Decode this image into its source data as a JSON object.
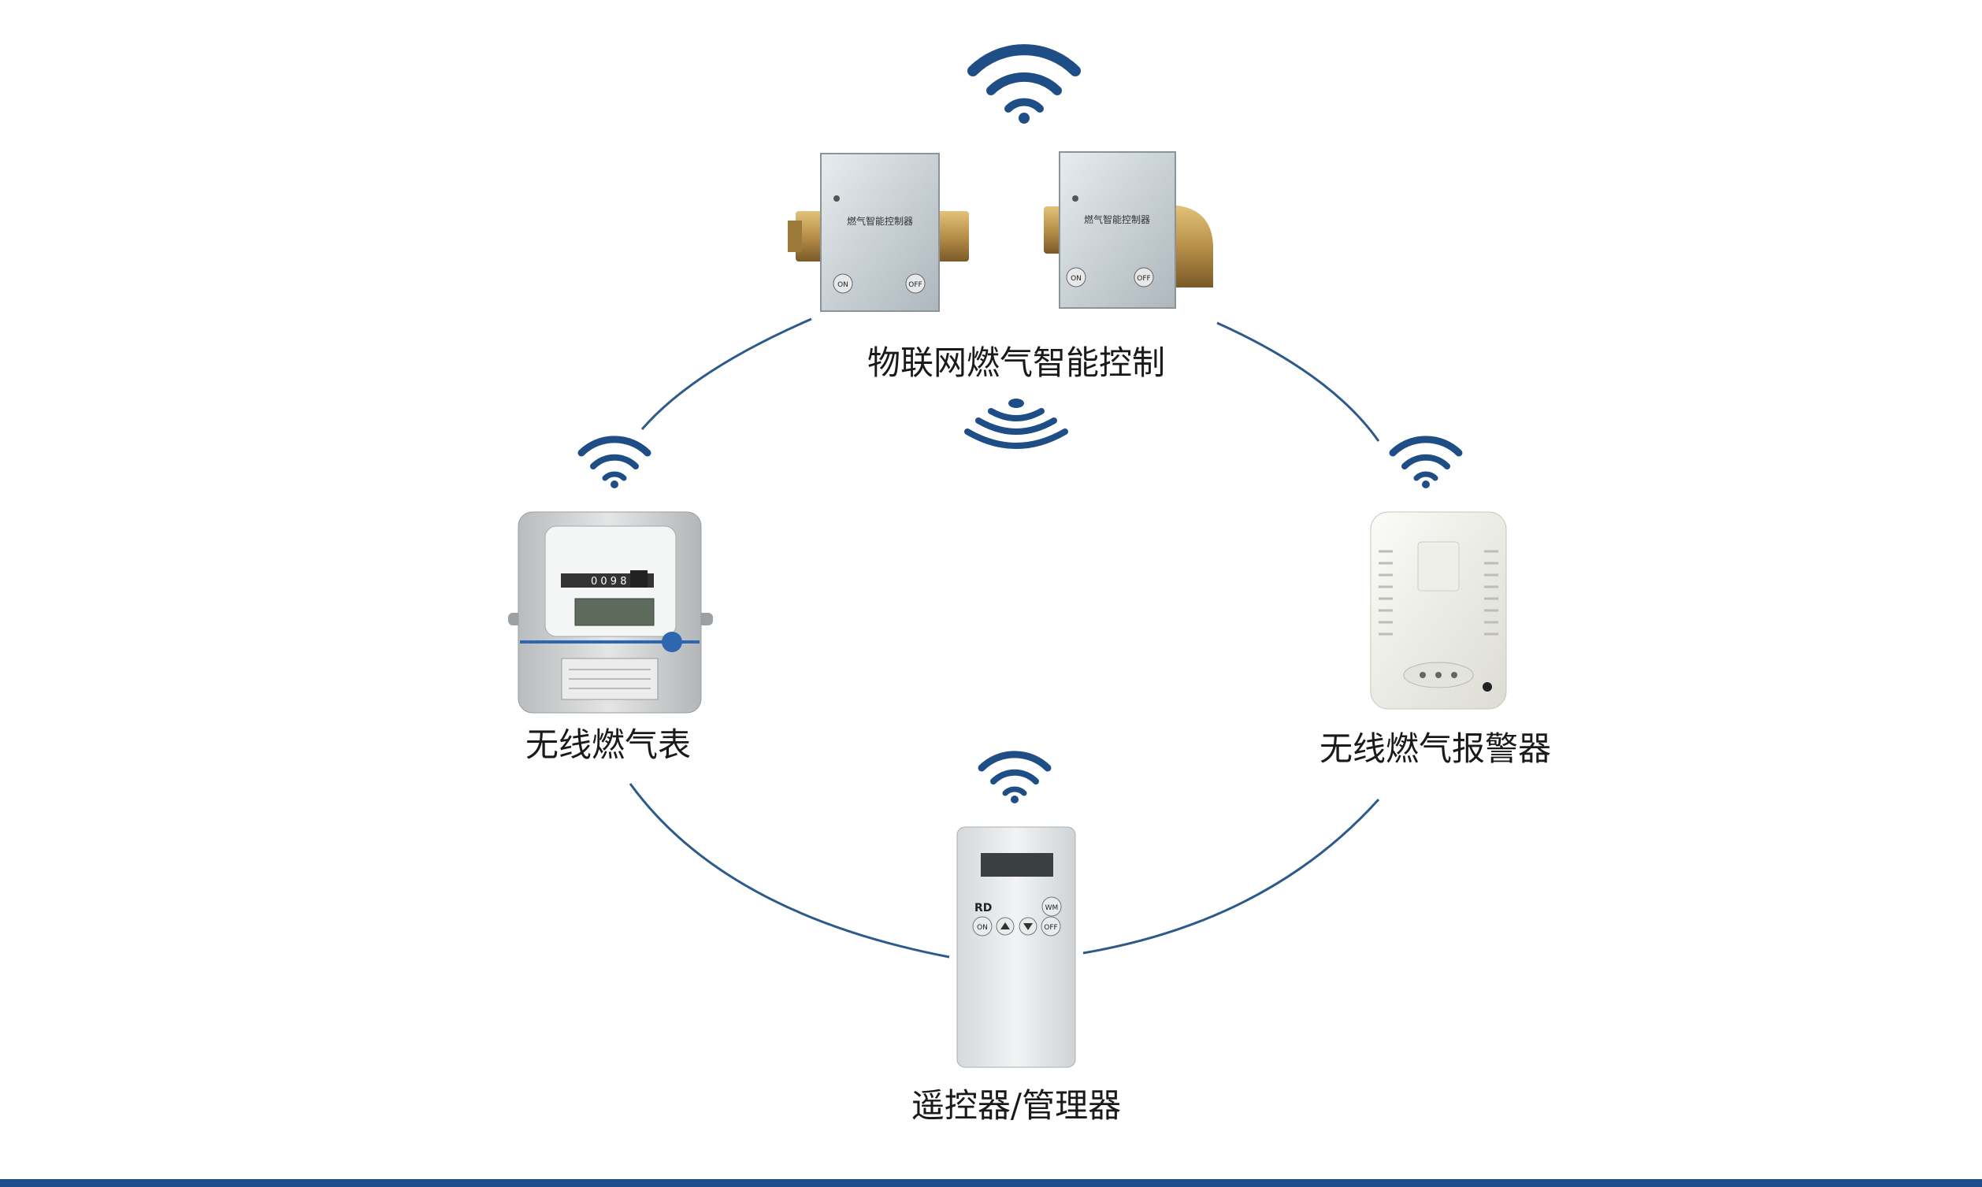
{
  "labels": {
    "controller": "物联网燃气智能控制",
    "meter": "无线燃气表",
    "alarm": "无线燃气报警器",
    "remote": "遥控器/管理器"
  },
  "devices": {
    "valve_title": "燃气智能控制器",
    "on": "ON",
    "off": "OFF",
    "remote_brand": "RD",
    "remote_wm": "WM",
    "meter_display": "0 0 9 8 8"
  },
  "colors": {
    "accent": "#1d4f8c",
    "ring": "#2c5a8a",
    "wifi": "#1f4e86"
  },
  "icons": [
    "wifi-icon",
    "signal-waves-icon"
  ]
}
